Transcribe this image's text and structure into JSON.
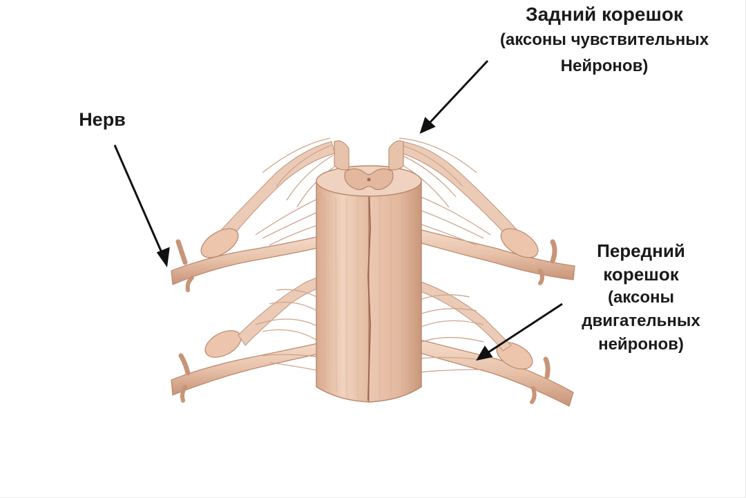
{
  "labels": {
    "dorsal_root": {
      "line1": "Задний корешок",
      "line2": "(аксоны чувствительных",
      "line3": "Нейронов)"
    },
    "nerve": "Нерв",
    "ventral_root": {
      "line1": "Передний",
      "line2": "корешок",
      "line3": "(аксоны",
      "line4": "двигательных",
      "line5": "нейронов)"
    }
  },
  "colors": {
    "tissue": "#e9c6ae",
    "tissue_light": "#f6dfcf",
    "tissue_dark": "#c89a80",
    "fiber": "#d9b39b",
    "arrow": "#111111",
    "text": "#1a1a1a"
  }
}
